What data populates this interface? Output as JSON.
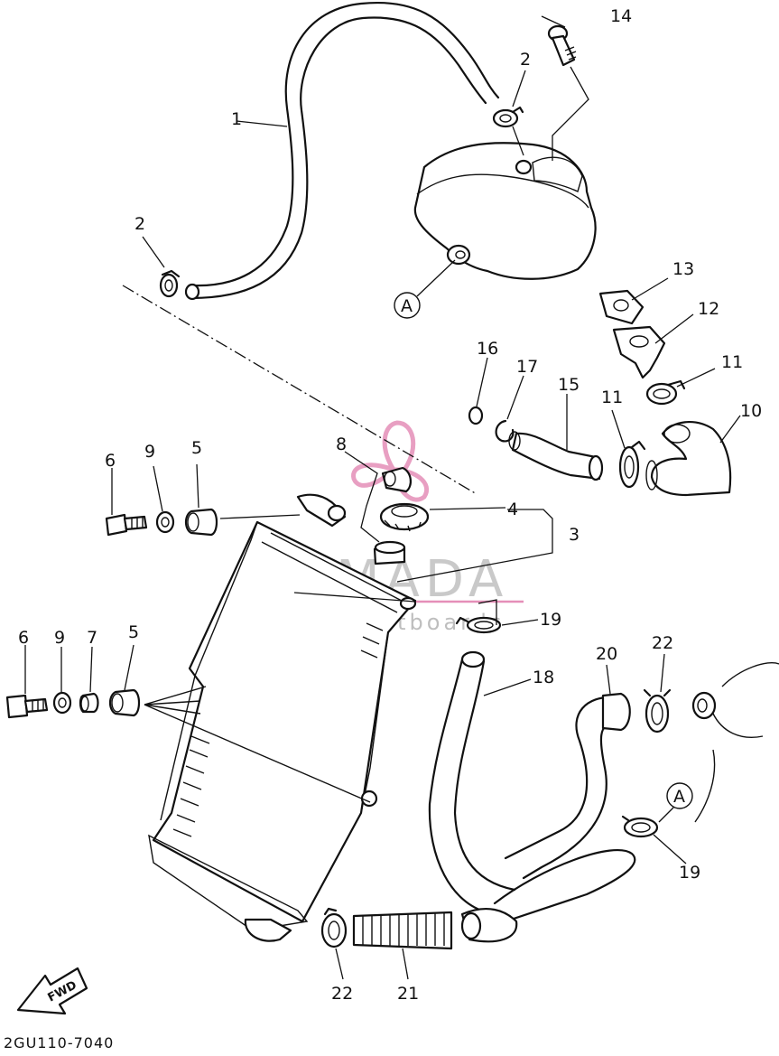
{
  "diagram": {
    "part_code": "2GU110-7040",
    "direction_label": "FWD",
    "reference_label": "A",
    "callouts": {
      "c1": "1",
      "c2a": "2",
      "c2b": "2",
      "c3": "3",
      "c4": "4",
      "c5a": "5",
      "c5b": "5",
      "c6a": "6",
      "c6b": "6",
      "c7": "7",
      "c8": "8",
      "c9a": "9",
      "c9b": "9",
      "c10": "10",
      "c11a": "11",
      "c11b": "11",
      "c12": "12",
      "c13": "13",
      "c14": "14",
      "c15": "15",
      "c16": "16",
      "c17": "17",
      "c18": "18",
      "c19a": "19",
      "c19b": "19",
      "c20": "20",
      "c21": "21",
      "c22a": "22",
      "c22b": "22"
    }
  },
  "watermark": {
    "brand": "ARMADA",
    "tagline": "marine outboards",
    "accent_color": "#e58fb8"
  }
}
